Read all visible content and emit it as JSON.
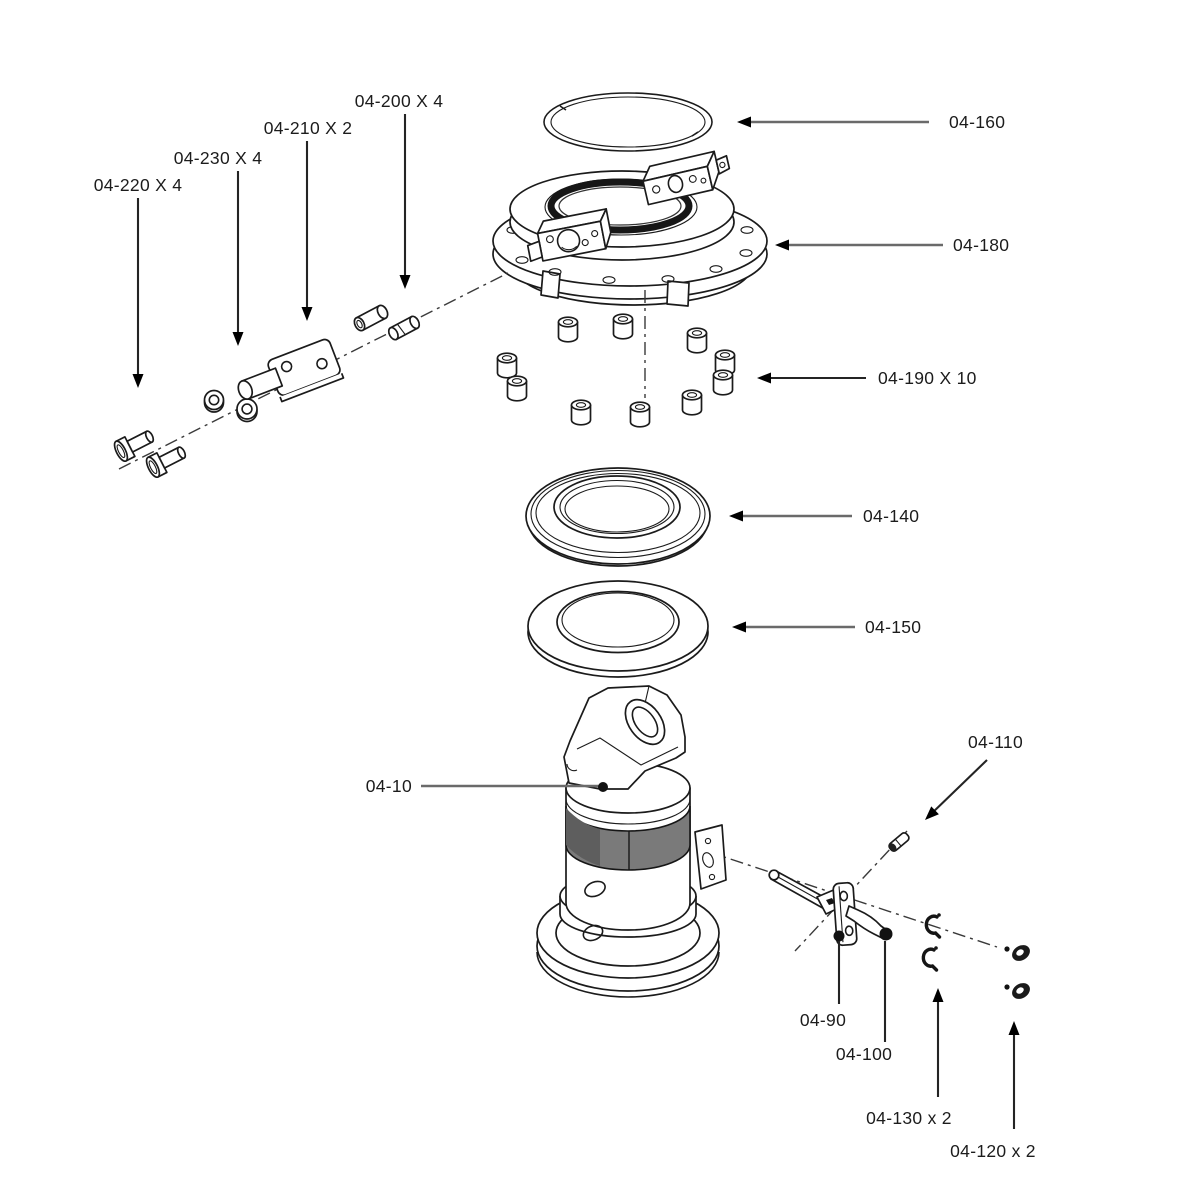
{
  "diagram": {
    "type": "exploded-view parts diagram",
    "background": "#ffffff",
    "line_color": "#1b1b1b",
    "band_color": "#7a7a7a",
    "labels": {
      "p10": "04-10",
      "p90": "04-90",
      "p100": "04-100",
      "p110": "04-110",
      "p120": "04-120 x 2",
      "p130": "04-130 x 2",
      "p140": "04-140",
      "p150": "04-150",
      "p160": "04-160",
      "p180": "04-180",
      "p190": "04-190 X 10",
      "p200": "04-200 X 4",
      "p210": "04-210 X 2",
      "p220": "04-220 X 4",
      "p230": "04-230 X 4"
    }
  }
}
